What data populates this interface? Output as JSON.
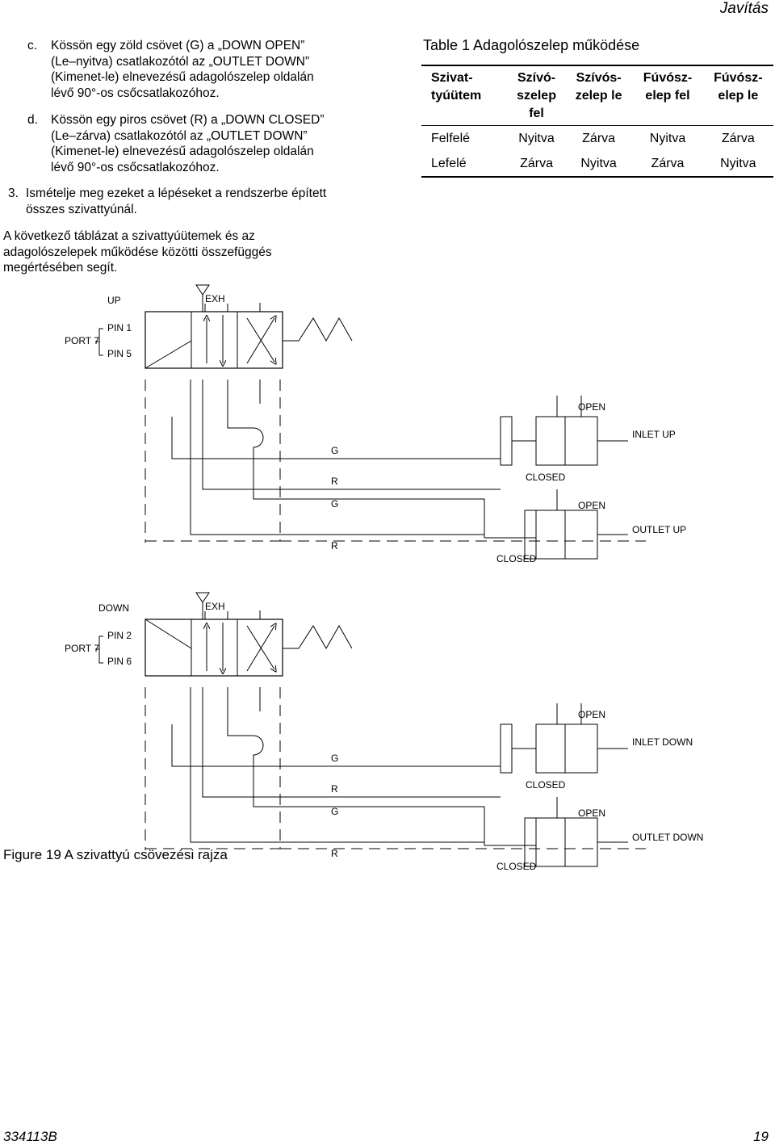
{
  "header": {
    "section": "Javítás"
  },
  "steps": {
    "c_marker": "c.",
    "c_lines": [
      "Kössön egy zöld csövet (G) a „DOWN OPEN”",
      "(Le–nyitva) csatlakozótól az „OUTLET DOWN”",
      "(Kimenet-le) elnevezésű adagolószelep oldalán",
      "lévő 90°-os csőcsatlakozóhoz."
    ],
    "d_marker": "d.",
    "d_lines": [
      "Kössön egy piros csövet (R) a „DOWN CLOSED”",
      "(Le–zárva) csatlakozótól az „OUTLET DOWN”",
      "(Kimenet-le) elnevezésű adagolószelep oldalán",
      "lévő 90°-os csőcsatlakozóhoz."
    ],
    "s3_marker": "3.",
    "s3_lines": [
      "Ismételje meg ezeket a lépéseket a rendszerbe épített",
      "összes szivattyúnál."
    ]
  },
  "intro_lines": [
    "A következő táblázat a szivattyúütemek és az",
    "adagolószelepek működése közötti összefüggés",
    "megértésében segít."
  ],
  "table": {
    "title": "Table 1 Adagolószelep működése",
    "headers": [
      [
        "Szivat-",
        "tyúütem"
      ],
      [
        "Szívó-",
        "szelep",
        "fel"
      ],
      [
        "Szívós-",
        "zelep le"
      ],
      [
        "Fúvósz-",
        "elep fel"
      ],
      [
        "Fúvósz-",
        "elep le"
      ]
    ],
    "rows": [
      [
        "Felfelé",
        "Nyitva",
        "Zárva",
        "Nyitva",
        "Zárva"
      ],
      [
        "Lefelé",
        "Zárva",
        "Nyitva",
        "Zárva",
        "Nyitva"
      ]
    ]
  },
  "diagram": {
    "up": {
      "mode": "UP",
      "exh": "EXH",
      "port": "PORT 7",
      "pin_a": "PIN 1",
      "pin_b": "PIN 5",
      "g1": "G",
      "r1": "R",
      "g2": "G",
      "r2": "R",
      "open1": "OPEN",
      "closed1": "CLOSED",
      "open2": "OPEN",
      "closed2": "CLOSED",
      "valve1": "INLET UP",
      "valve2": "OUTLET UP"
    },
    "down": {
      "mode": "DOWN",
      "exh": "EXH",
      "port": "PORT 7",
      "pin_a": "PIN 2",
      "pin_b": "PIN 6",
      "g1": "G",
      "r1": "R",
      "g2": "G",
      "r2": "R",
      "open1": "OPEN",
      "closed1": "CLOSED",
      "open2": "OPEN",
      "closed2": "CLOSED",
      "valve1": "INLET DOWN",
      "valve2": "OUTLET DOWN"
    }
  },
  "figure_caption": "Figure 19 A szivattyú csövezési rajza",
  "footer": {
    "doc_number": "334113B",
    "page_number": "19"
  }
}
